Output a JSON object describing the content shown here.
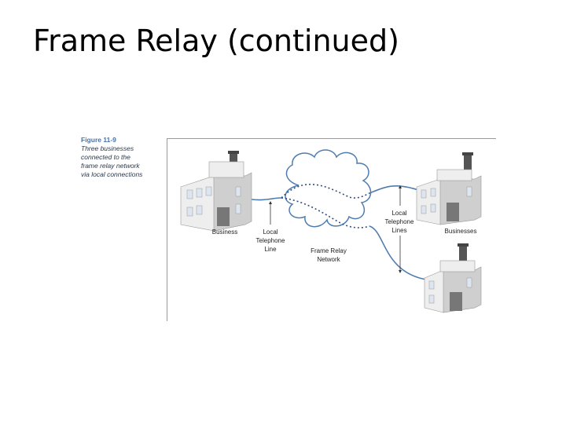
{
  "slide": {
    "title": "Frame Relay (continued)"
  },
  "figure": {
    "number": "Figure 11-9",
    "caption_lines": [
      "Three businesses",
      "connected to the",
      "frame relay network",
      "via local connections"
    ]
  },
  "diagram": {
    "nodes": [
      {
        "id": "business-left",
        "label": "Business"
      },
      {
        "id": "cloud",
        "label_lines": [
          "Frame Relay",
          "Network"
        ]
      },
      {
        "id": "businesses-right",
        "label": "Businesses"
      }
    ],
    "line_labels": {
      "left": [
        "Local",
        "Telephone",
        "Line"
      ],
      "right": [
        "Local",
        "Telephone",
        "Lines"
      ]
    }
  },
  "colors": {
    "building_face": "#eeeeee",
    "building_side": "#cfcfcf",
    "smokestack": "#555555",
    "line": "#4f7cb0",
    "dotted": "#2f4f80",
    "cloud_stroke": "#4f7cb0",
    "caption_number": "#4a73a8"
  }
}
